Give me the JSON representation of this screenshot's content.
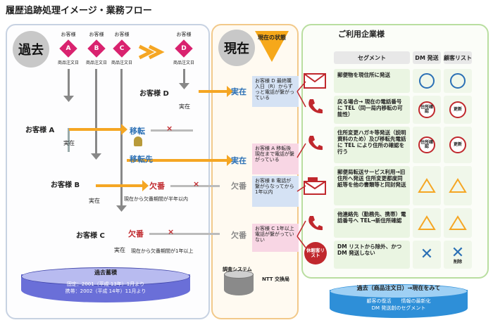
{
  "title": "履歴追跡処理イメージ・業務フロー",
  "past": {
    "label": "過去",
    "customers": [
      {
        "prefix": "お客様",
        "letter": "A",
        "date": "商品注文日"
      },
      {
        "prefix": "お客様",
        "letter": "B",
        "date": "商品注文日"
      },
      {
        "prefix": "お客様",
        "letter": "C",
        "date": "商品注文日"
      },
      {
        "prefix": "お客様",
        "letter": "D",
        "date": "商品注文日"
      }
    ],
    "cust_d": "お客様 D",
    "cust_a": "お客様 A",
    "cust_b": "お客様 B",
    "cust_c": "お客様 C",
    "exist": "実在",
    "moved": "移転",
    "moved_to": "移転先",
    "missing": "欠番",
    "b_note": "現在から欠番期間が半年以内",
    "c_note": "現在から欠番期間が1年以上",
    "db_title": "過去蓄積",
    "db_line1": "固定：2001（平成 13年）1月より",
    "db_line2": "携帯：2002（平成 14年）11月より"
  },
  "now": {
    "label": "現在",
    "note": "現在の状態",
    "exist": "実在",
    "missing": "欠番",
    "status_d": "お客様 D 最終購入日（R）からずっと電話が繋がっている",
    "status_a": "お客様 A 移転後現在まで電話が繋がっている",
    "status_b": "お客様 B 電話が繋がらなってから 1年以内",
    "status_c": "お客様 C 1年以上電話が繋がっていない",
    "system": "調査システム",
    "ntt": "NTT 交換局"
  },
  "user": {
    "title": "ご利用企業様",
    "col_segment": "セグメント",
    "col_dm": "DM 発送",
    "col_list": "顧客リスト",
    "rows": [
      {
        "segment": "郵便物を現住所に発送",
        "dm": "",
        "list": ""
      },
      {
        "segment": "戻る場合→ 現在の電話番号に TEL（同一局内移転の可能性）",
        "dm": "住所確認",
        "list": "更新"
      },
      {
        "segment": "住所変更ハガキ等発送（説明資料のため）及び移転先電話に TEL により住所の確認を行う",
        "dm": "住所確認",
        "list": "更新"
      },
      {
        "segment": "郵便局転送サービス利用→旧住所へ発送 住所変更都度同紙等を他の書類等と同封発送",
        "dm": "",
        "list": ""
      },
      {
        "segment": "他連絡先（勤務先、携帯）電話番号へ TEL→新住所確認",
        "dm": "",
        "list": ""
      },
      {
        "segment": "DM リストから除外、かつ DM 発送しない",
        "dm": "",
        "list": "削除"
      }
    ],
    "stop_label": "休眠客リスト",
    "foot_title": "過去（商品注文日）→現在をみて",
    "foot_line1": "顧客の復活　　情報の最新化",
    "foot_line2": "DM 発送創のセグメント"
  },
  "colors": {
    "blue": "#2a6fb5",
    "red": "#c0282d",
    "orange": "#f5a623",
    "magenta": "#d9226f"
  }
}
